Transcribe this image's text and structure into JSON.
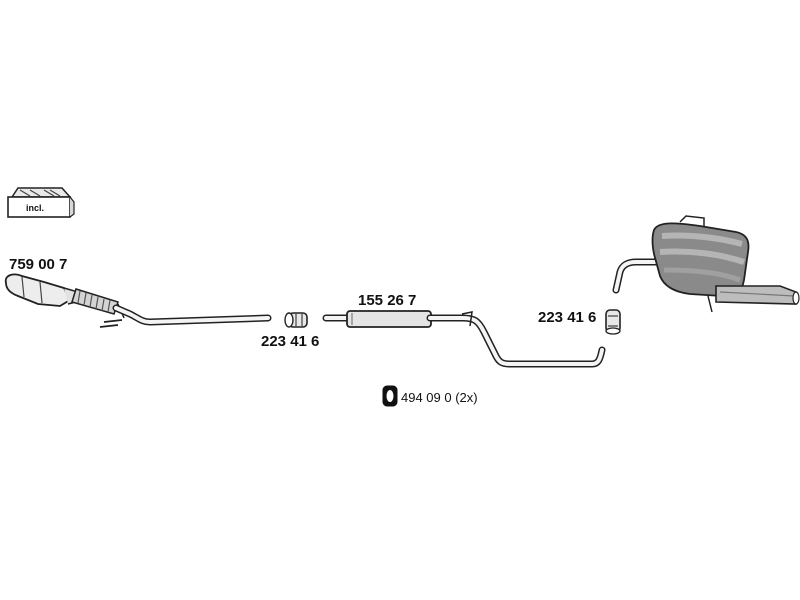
{
  "parts": {
    "catalytic_converter": {
      "number": "759 00 7"
    },
    "clamp_front": {
      "number": "223 41 6"
    },
    "middle_silencer": {
      "number": "155 26 7"
    },
    "clamp_rear": {
      "number": "223 41 6"
    },
    "mounting_ring": {
      "number": "494 09 0 (2x)"
    }
  },
  "incl_box": {
    "label": "incl."
  },
  "colors": {
    "line": "#222222",
    "pipe": "#f4f4f4",
    "silencer_dark": "#8a8a8a",
    "silencer_mid": "#b5b5b5"
  }
}
